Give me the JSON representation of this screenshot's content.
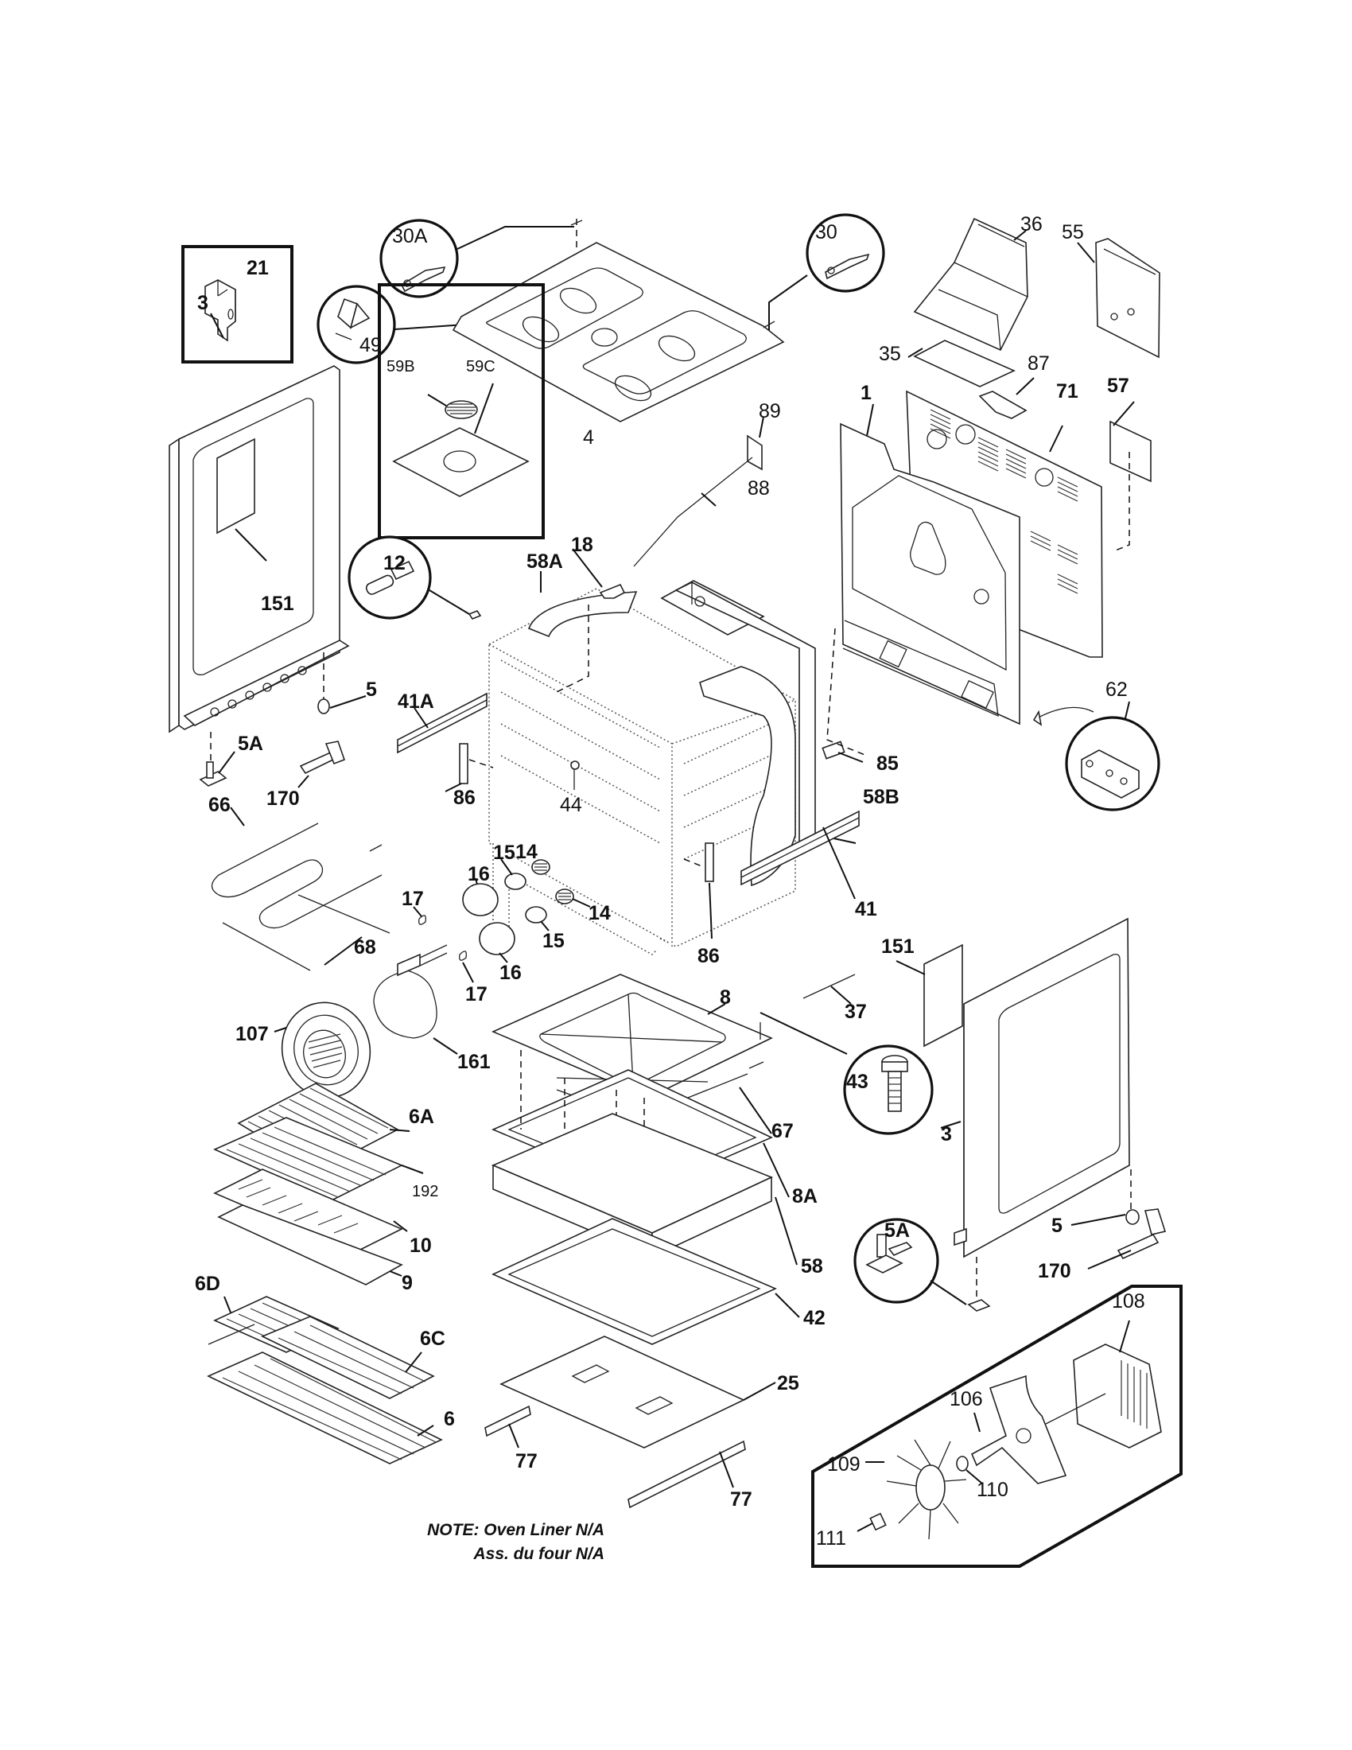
{
  "diagram": {
    "type": "exploded-parts-diagram",
    "subject": "Range oven body / cabinet assembly",
    "note": {
      "line1": "NOTE: Oven Liner N/A",
      "line2": "Ass. du four N/A"
    },
    "inset_boxes": [
      {
        "id": "box-21",
        "parts": [
          "21"
        ]
      },
      {
        "id": "box-59",
        "parts": [
          "59B",
          "59C"
        ]
      },
      {
        "id": "box-fan",
        "parts": [
          "108",
          "106",
          "109",
          "110",
          "111"
        ]
      }
    ],
    "callout_circles": [
      "30A",
      "49",
      "30",
      "12",
      "62",
      "43",
      "5A"
    ],
    "labels": {
      "l21": "21",
      "l30A": "30A",
      "l49": "49",
      "l30": "30",
      "l36": "36",
      "l55": "55",
      "l35": "35",
      "l87": "87",
      "l57": "57",
      "l3a": "3",
      "l4": "4",
      "l59B": "59B",
      "l59C": "59C",
      "l89": "89",
      "l88": "88",
      "l1": "1",
      "l71": "71",
      "l58A": "58A",
      "l18": "18",
      "l12": "12",
      "l151a": "151",
      "l5a": "5",
      "l41A": "41A",
      "l5Aa": "5A",
      "l170a": "170",
      "l86a": "86",
      "l44": "44",
      "l85": "85",
      "l58B": "58B",
      "l62": "62",
      "l66": "66",
      "l15a": "15",
      "l14a": "14",
      "l16a": "16",
      "l17a": "17",
      "l14b": "14",
      "l41": "41",
      "l15b": "15",
      "l68": "68",
      "l86b": "86",
      "l17b": "17",
      "l16b": "16",
      "l151b": "151",
      "l8": "8",
      "l37": "37",
      "l107": "107",
      "l161": "161",
      "l43": "43",
      "l6A": "6A",
      "l67": "67",
      "l3b": "3",
      "l192": "192",
      "l8A": "8A",
      "l10": "10",
      "l5b": "5",
      "l5Ab": "5A",
      "l58": "58",
      "l170b": "170",
      "l9": "9",
      "l6D": "6D",
      "l108": "108",
      "l42": "42",
      "l6C": "6C",
      "l25": "25",
      "l6": "6",
      "l106": "106",
      "l109": "109",
      "l110": "110",
      "l77a": "77",
      "l77b": "77",
      "l111": "111"
    }
  }
}
